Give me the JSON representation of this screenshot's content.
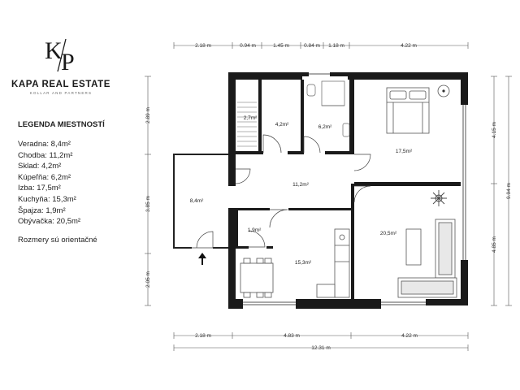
{
  "brand": {
    "monogram_left": "K",
    "monogram_right": "P",
    "name": "KAPA REAL ESTATE",
    "tagline": "KOLLAR AND PARTNERS"
  },
  "legend": {
    "title": "LEGENDA MIESTNOSTÍ",
    "items": [
      "Veradna: 8,4m²",
      "Chodba: 11,2m²",
      "Sklad: 4,2m²",
      "Kúpeľňa: 6,2m²",
      "Izba: 17,5m²",
      "Kuchyňa: 15,3m²",
      "Špajza: 1,9m²",
      "Obývačka: 20,5m²"
    ],
    "note": "Rozmery sú orientačné"
  },
  "dimensions": {
    "top": [
      "2.18 m",
      "0.94 m",
      "1.45 m",
      "0.84 m",
      "1.18 m",
      "4.22 m"
    ],
    "bottom": [
      "2.18 m",
      "4.83 m",
      "4.22 m"
    ],
    "total_width": "12.31 m",
    "left": [
      "2.89 m",
      "3.85 m",
      "2.05 m"
    ],
    "right": [
      "4.15 m",
      "4.85 m"
    ],
    "total_height": "9.94 m"
  },
  "rooms": {
    "stairs": "2,7m²",
    "storage": "4,2m²",
    "bathroom": "6,2m²",
    "bedroom": "17,5m²",
    "hallway": "11,2m²",
    "veranda": "8,4m²",
    "pantry": "1,9m²",
    "kitchen": "15,3m²",
    "living": "20,5m²"
  }
}
